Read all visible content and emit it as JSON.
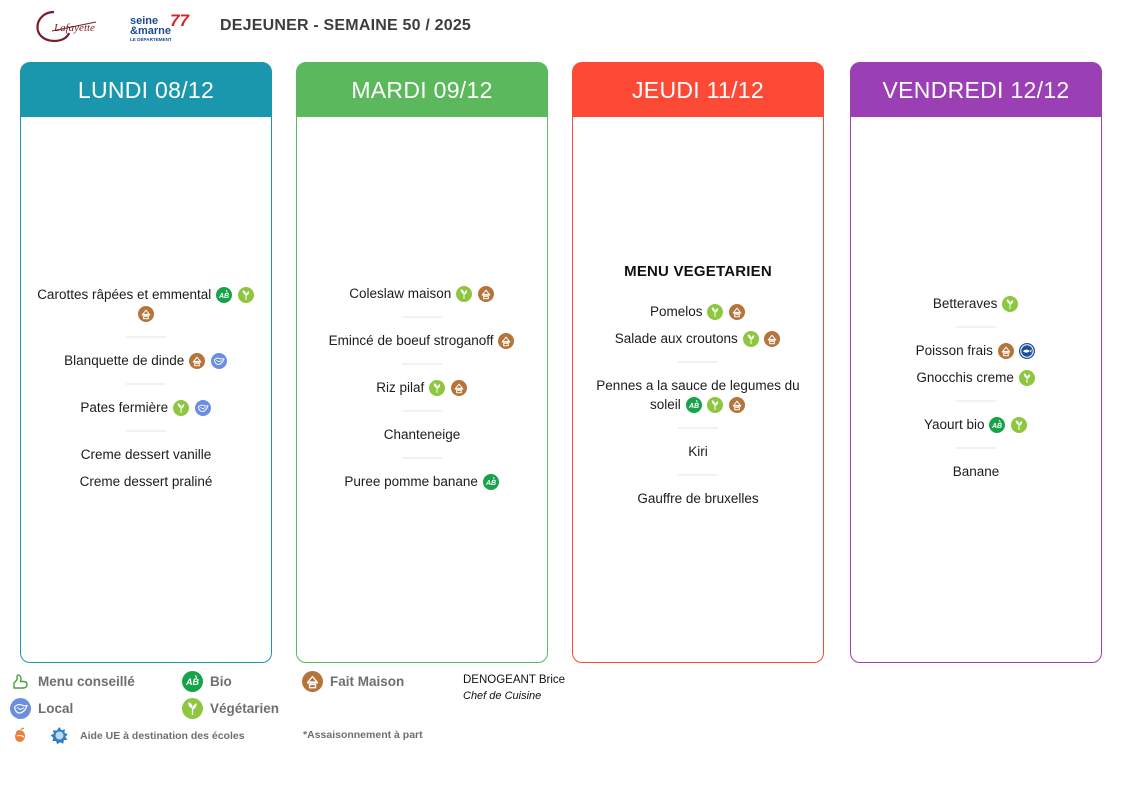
{
  "header": {
    "title": "DEJEUNER - SEMAINE 50 / 2025",
    "logo_lafayette_alt": "Lafayette",
    "logo_seine_line1": "seine",
    "logo_seine_line2": "&marne",
    "logo_seine_line3": "LE DÉPARTEMENT",
    "logo_seine_number": "77"
  },
  "colors": {
    "lundi": "#1b97ad",
    "mardi": "#5cb85c",
    "jeudi": "#fc4a37",
    "vendredi": "#9b3fb5",
    "bio": "#17a34a",
    "vegetarien": "#8dc63f",
    "fait_maison": "#b5753a",
    "local": "#6b8fe0",
    "msc": "#1f4e9c",
    "title_text": "#3d3d3d",
    "legend_text": "#6f6f6f"
  },
  "days": [
    {
      "id": "lundi",
      "title": "LUNDI 08/12",
      "color": "#1b97ad",
      "menu_title": "",
      "courses": [
        {
          "dishes": [
            {
              "name": "Carottes râpées et emmental",
              "icons": [
                "bio",
                "vegetarien",
                "fait-maison"
              ]
            }
          ]
        },
        {
          "dishes": [
            {
              "name": "Blanquette de dinde",
              "icons": [
                "fait-maison",
                "local"
              ]
            }
          ]
        },
        {
          "dishes": [
            {
              "name": "Pates fermière",
              "icons": [
                "vegetarien",
                "local"
              ]
            }
          ]
        },
        {
          "dishes": [
            {
              "name": "Creme dessert vanille",
              "icons": []
            },
            {
              "name": "Creme dessert praliné",
              "icons": []
            }
          ]
        }
      ]
    },
    {
      "id": "mardi",
      "title": "MARDI 09/12",
      "color": "#5cb85c",
      "menu_title": "",
      "courses": [
        {
          "dishes": [
            {
              "name": "Coleslaw maison",
              "icons": [
                "vegetarien",
                "fait-maison"
              ]
            }
          ]
        },
        {
          "dishes": [
            {
              "name": "Emincé de boeuf stroganoff",
              "icons": [
                "fait-maison"
              ]
            }
          ]
        },
        {
          "dishes": [
            {
              "name": "Riz pilaf",
              "icons": [
                "vegetarien",
                "fait-maison"
              ]
            }
          ]
        },
        {
          "dishes": [
            {
              "name": "Chanteneige",
              "icons": []
            }
          ]
        },
        {
          "dishes": [
            {
              "name": "Puree pomme banane",
              "icons": [
                "bio"
              ]
            }
          ]
        }
      ]
    },
    {
      "id": "jeudi",
      "title": "JEUDI 11/12",
      "color": "#fc4a37",
      "menu_title": "MENU VEGETARIEN",
      "courses": [
        {
          "dishes": [
            {
              "name": "Pomelos",
              "icons": [
                "vegetarien",
                "fait-maison"
              ]
            },
            {
              "name": "Salade aux croutons",
              "icons": [
                "vegetarien",
                "fait-maison"
              ]
            }
          ]
        },
        {
          "dishes": [
            {
              "name": "Pennes a la sauce de legumes du soleil",
              "icons": [
                "bio",
                "vegetarien",
                "fait-maison"
              ]
            }
          ]
        },
        {
          "dishes": [
            {
              "name": "Kiri",
              "icons": []
            }
          ]
        },
        {
          "dishes": [
            {
              "name": "Gauffre de bruxelles",
              "icons": []
            }
          ]
        }
      ]
    },
    {
      "id": "vendredi",
      "title": "VENDREDI 12/12",
      "color": "#9b3fb5",
      "menu_title": "",
      "courses": [
        {
          "dishes": [
            {
              "name": "Betteraves",
              "icons": [
                "vegetarien"
              ]
            }
          ]
        },
        {
          "dishes": [
            {
              "name": "Poisson frais",
              "icons": [
                "fait-maison",
                "msc"
              ]
            },
            {
              "name": "Gnocchis creme",
              "icons": [
                "vegetarien"
              ]
            }
          ]
        },
        {
          "dishes": [
            {
              "name": "Yaourt bio",
              "icons": [
                "bio",
                "vegetarien"
              ]
            }
          ]
        },
        {
          "dishes": [
            {
              "name": "Banane",
              "icons": []
            }
          ]
        }
      ]
    }
  ],
  "legend": {
    "row1": [
      {
        "icon": "menu-conseille",
        "label": "Menu conseillé"
      },
      {
        "icon": "bio",
        "label": "Bio"
      },
      {
        "icon": "fait-maison",
        "label": "Fait Maison"
      }
    ],
    "row2": [
      {
        "icon": "local",
        "label": "Local"
      },
      {
        "icon": "vegetarien",
        "label": "Végétarien"
      }
    ],
    "row3": {
      "icon_fruit": "fruit-icon",
      "icon_milk": "milk-icon",
      "label": "Aide UE à destination des écoles",
      "note": "*Assaisonnement à part"
    }
  },
  "chef": {
    "name": "DENOGEANT Brice",
    "role": "Chef de Cuisine"
  }
}
